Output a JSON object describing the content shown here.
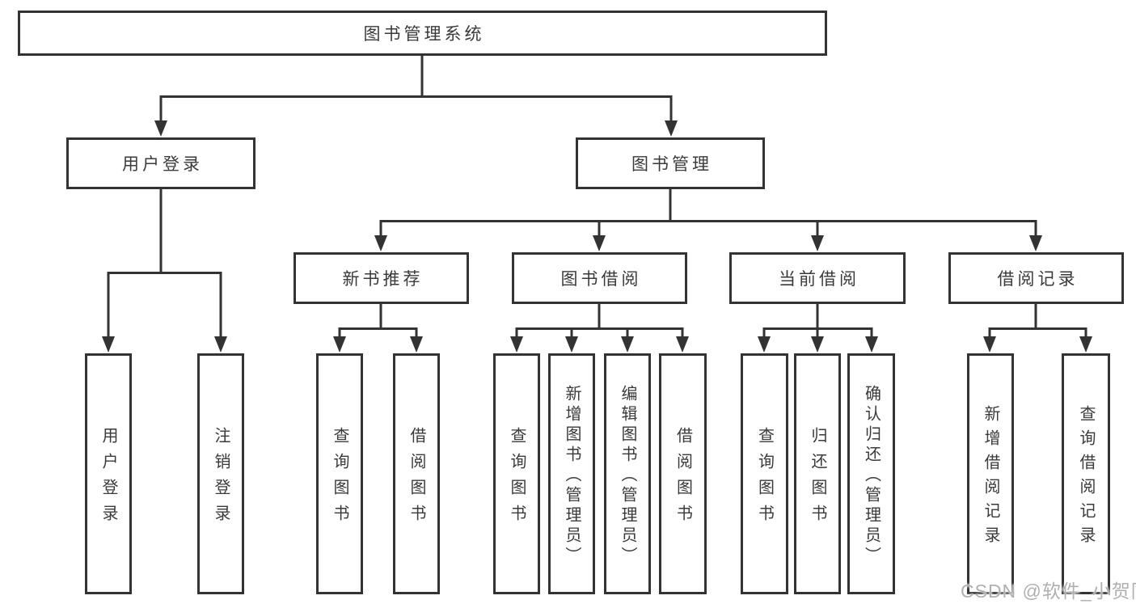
{
  "diagram": {
    "root": "图书管理系统",
    "user_login": {
      "label": "用户登录",
      "children": [
        "用户登录",
        "注销登录"
      ]
    },
    "book_mgmt": {
      "label": "图书管理"
    },
    "new_book": {
      "label": "新书推荐",
      "children": [
        "查询图书",
        "借阅图书"
      ]
    },
    "book_borrow": {
      "label": "图书借阅",
      "children": [
        "查询图书",
        "新增图书（管理员）",
        "编辑图书（管理员）",
        "借阅图书"
      ]
    },
    "current_borrow": {
      "label": "当前借阅",
      "children": [
        "查询图书",
        "归还图书",
        "确认归还（管理员）"
      ]
    },
    "borrow_records": {
      "label": "借阅记录",
      "children": [
        "新增借阅记录",
        "查询借阅记录"
      ]
    }
  },
  "colors": {
    "line": "#333333",
    "text": "#3a3a3a",
    "background": "#ffffff",
    "watermark": "#b0b0b0"
  },
  "watermark": "CSDN @软件_小贺同学"
}
